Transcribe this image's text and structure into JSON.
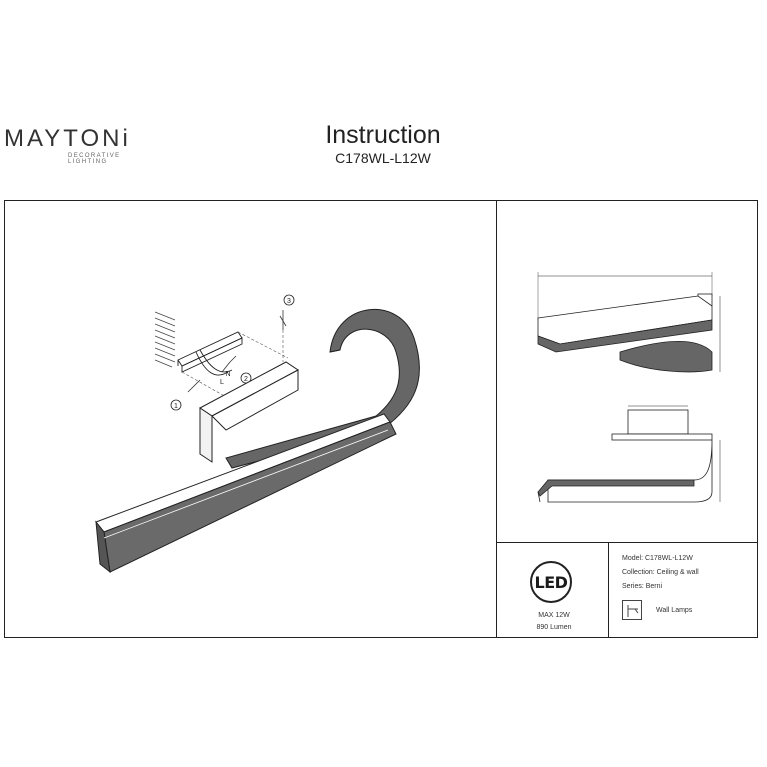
{
  "brand": {
    "name": "MAYTONi",
    "tagline": "DECORATIVE LIGHTING"
  },
  "header": {
    "title": "Instruction",
    "model": "C178WL-L12W"
  },
  "install": {
    "steps": [
      "1",
      "2",
      "3"
    ],
    "wire_labels": [
      "N",
      "L"
    ]
  },
  "led": {
    "badge": "LED",
    "power": "MAX 12W",
    "lumen": "890 Lumen"
  },
  "specs": {
    "model": "Model: C178WL-L12W",
    "collection": "Collection: Ceiling & wall",
    "series": "Series: Berni",
    "type_label": "Wall Lamps",
    "type_icon": "wall-lamp-icon"
  },
  "colors": {
    "line": "#222222",
    "shade": "#666666"
  }
}
